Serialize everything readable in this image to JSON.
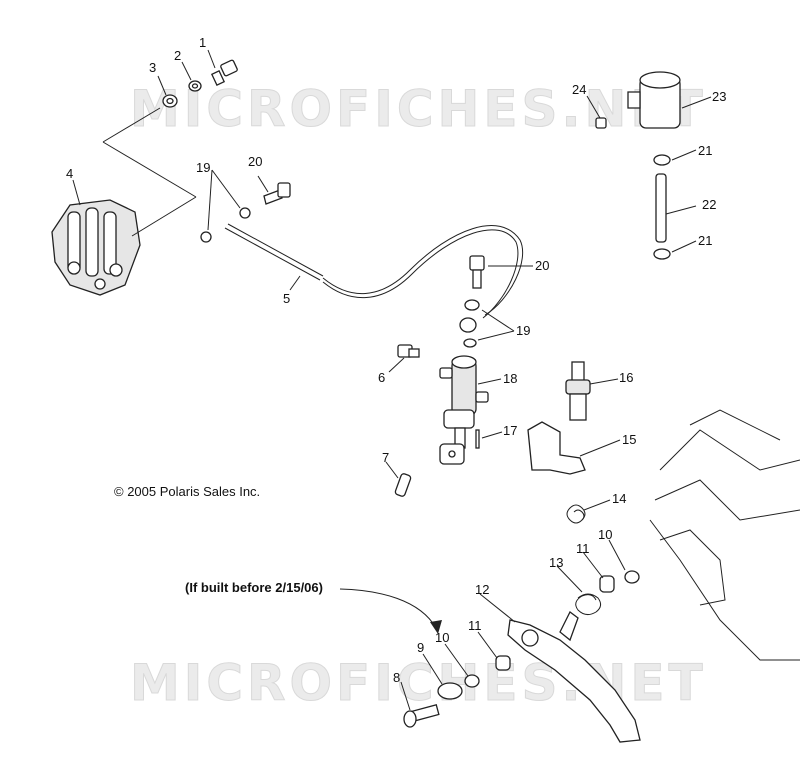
{
  "watermark": {
    "top": "MICROFICHES.NET",
    "bottom": "MICROFICHES.NET"
  },
  "copyright": "© 2005 Polaris Sales Inc.",
  "note": "(If built before 2/15/06)",
  "callouts": {
    "c1": "1",
    "c2": "2",
    "c3": "3",
    "c4": "4",
    "c5": "5",
    "c6": "6",
    "c7": "7",
    "c8": "8",
    "c9": "9",
    "c10a": "10",
    "c10b": "10",
    "c11a": "11",
    "c11b": "11",
    "c12": "12",
    "c13": "13",
    "c14": "14",
    "c15": "15",
    "c16": "16",
    "c17": "17",
    "c18": "18",
    "c19a": "19",
    "c19b": "19",
    "c20a": "20",
    "c20b": "20",
    "c21a": "21",
    "c21b": "21",
    "c22": "22",
    "c23": "23",
    "c24": "24"
  }
}
